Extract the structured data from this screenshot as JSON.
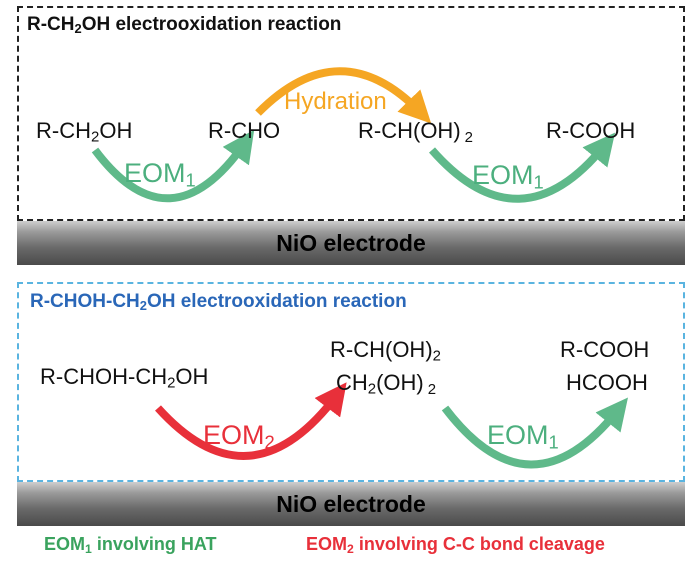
{
  "top_panel": {
    "title_pre": "R-CH",
    "title_sub": "2",
    "title_post": "OH electrooxidation reaction",
    "species": {
      "s1_pre": "R-CH",
      "s1_sub": "2",
      "s1_post": "OH",
      "s2": "R-CHO",
      "s3_pre": "R-CH(OH)",
      "s3_sub": "2",
      "s4": "R-COOH"
    },
    "labels": {
      "eom_left_pre": "EOM",
      "eom_left_sub": "1",
      "hydration": "Hydration",
      "eom_right_pre": "EOM",
      "eom_right_sub": "1"
    },
    "electrode_label": "NiO electrode"
  },
  "bottom_panel": {
    "title_pre": "R-CHOH-CH",
    "title_sub": "2",
    "title_post": "OH electrooxidation reaction",
    "species": {
      "s1_pre": "R-CHOH-CH",
      "s1_sub": "2",
      "s1_post": "OH",
      "s2a_pre": "R-CH(OH)",
      "s2a_sub": "2",
      "s2b_pre": "CH",
      "s2b_sub": "2",
      "s2b_mid": "(OH)",
      "s2b_sub2": "2",
      "s3a": "R-COOH",
      "s3b": "HCOOH"
    },
    "labels": {
      "eom_left_pre": "EOM",
      "eom_left_sub": "2",
      "eom_right_pre": "EOM",
      "eom_right_sub": "1"
    },
    "electrode_label": "NiO electrode"
  },
  "legend": {
    "green_pre": "EOM",
    "green_sub": "1",
    "green_post": " involving HAT",
    "red_pre": "EOM",
    "red_sub": "2",
    "red_post": " involving C-C bond cleavage"
  },
  "colors": {
    "green": "#5fb98a",
    "orange": "#f5a623",
    "red": "#e8303a",
    "blue_title": "#2a67b8",
    "blue_border": "#5ab4e0"
  }
}
